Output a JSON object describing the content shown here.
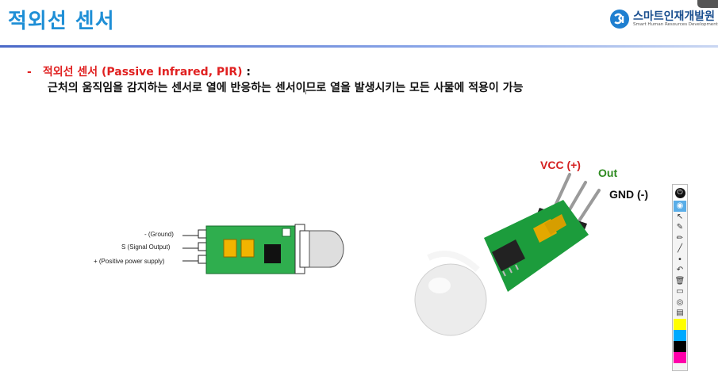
{
  "slide": {
    "title": "적외선 센서",
    "logo_text": "스마트인재개발원",
    "logo_subtext": "Smart Human Resources Development",
    "heading_dash": "-",
    "heading_main": "적외선 센서 (Passive Infrared, PIR)",
    "heading_colon": " :",
    "description": "근처의 움직임을 감지하는 센서로 열에 반응하는 센서이므로 열을  발생시키는 모든 사물에 적용이 가능"
  },
  "diagram": {
    "labels": [
      "- (Ground)",
      "S (Signal Output)",
      "+ (Positive power supply)"
    ]
  },
  "photo": {
    "pins": {
      "vcc": "VCC (+)",
      "out": "Out",
      "gnd": "GND (-)"
    },
    "colors": {
      "vcc": "#d42020",
      "out": "#2e8b20",
      "gnd": "#111111"
    }
  },
  "toolbar": {
    "tools": [
      "eye-icon",
      "pointer-icon",
      "pen-icon",
      "marker-icon",
      "highlighter-icon",
      "dot-icon",
      "undo-icon",
      "trash-icon",
      "screen-icon",
      "camera-icon",
      "clipboard-icon"
    ],
    "palette": [
      "#ffff00",
      "#00aaff",
      "#000000",
      "#ff00aa"
    ]
  }
}
